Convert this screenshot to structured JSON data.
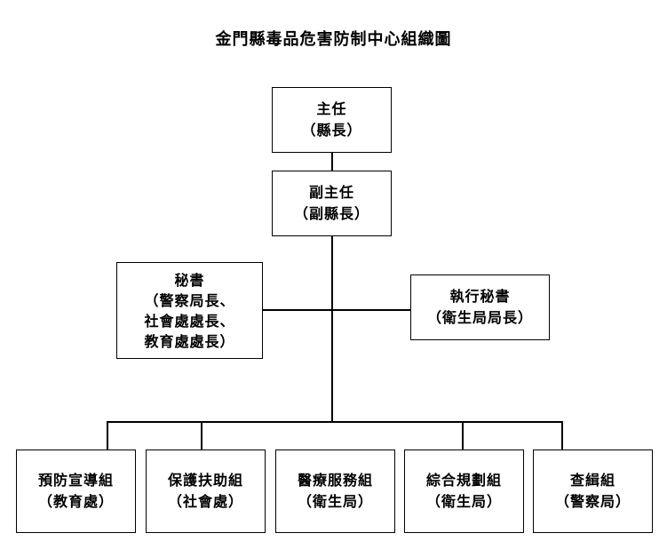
{
  "title": "金門縣毒品危害防制中心組織圖",
  "director": {
    "title": "主任",
    "sub": "（縣長）"
  },
  "deputy": {
    "title": "副主任",
    "sub": "（副縣長）"
  },
  "secretary": {
    "title": "秘書",
    "line1": "（警察局長、",
    "line2": "社會處處長、",
    "line3": "教育處處長）"
  },
  "executive_secretary": {
    "title": "執行秘書",
    "sub": "（衛生局局長）"
  },
  "groups": [
    {
      "title": "預防宣導組",
      "sub": "（教育處）"
    },
    {
      "title": "保護扶助組",
      "sub": "（社會處）"
    },
    {
      "title": "醫療服務組",
      "sub": "（衛生局）"
    },
    {
      "title": "綜合規劃組",
      "sub": "（衛生局）"
    },
    {
      "title": "查緝組",
      "sub": "（警察局）"
    }
  ]
}
